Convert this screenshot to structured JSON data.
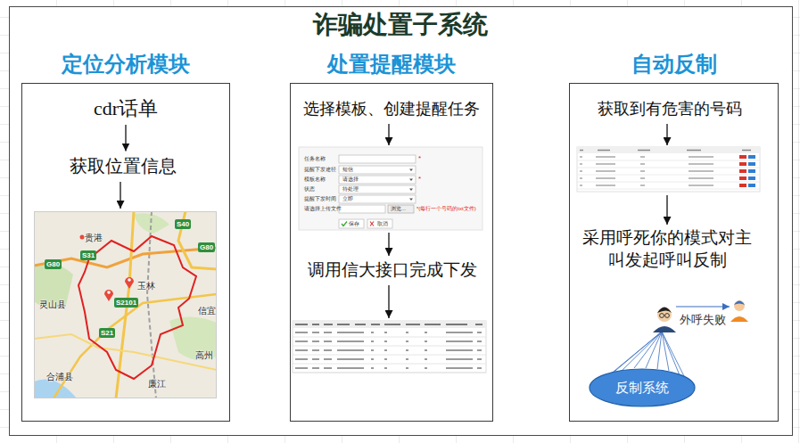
{
  "diagram": {
    "title": "诈骗处置子系统",
    "nodes": [
      {
        "text": [
          "定位分析模块"
        ]
      },
      {
        "text": [
          "cdr话单"
        ],
        "in": 0
      },
      {
        "text": [
          "获取位置信息"
        ],
        "in": 0
      },
      {
        "text": [
          "处置提醒模块"
        ]
      },
      {
        "text": [
          "选择模板、创建提醒任务"
        ],
        "in": 3
      },
      {
        "text": [
          "调用信大接口完成下发"
        ],
        "in": 3
      },
      {
        "text": [
          "自动反制"
        ]
      },
      {
        "text": [
          "获取到有危害的号码"
        ],
        "in": 6
      },
      {
        "text": [
          "采用呼死你的模式对主叫发起呼叫反制"
        ],
        "in": 6
      },
      {
        "text": [
          "反制系统"
        ],
        "in": 6
      }
    ],
    "edges": [
      {
        "from": 1,
        "to": 2,
        "arrow": "to"
      }
    ],
    "labels": [
      "外呼失败",
      "贵港",
      "S40",
      "G80",
      "S31",
      "G80",
      "玉林",
      "S2101",
      "灵山县",
      "S21",
      "信宜",
      "高州",
      "合浦县",
      "廉江",
      "任务名称",
      "*",
      "提醒下发途径",
      "短信",
      "模板名称",
      "请选择",
      "*",
      "状态",
      "待处理",
      "提醒下发时间",
      "立即",
      "请选择上传文件",
      "浏览...",
      "*(每行一个号码的txt文件)",
      "保存",
      "取消"
    ]
  }
}
